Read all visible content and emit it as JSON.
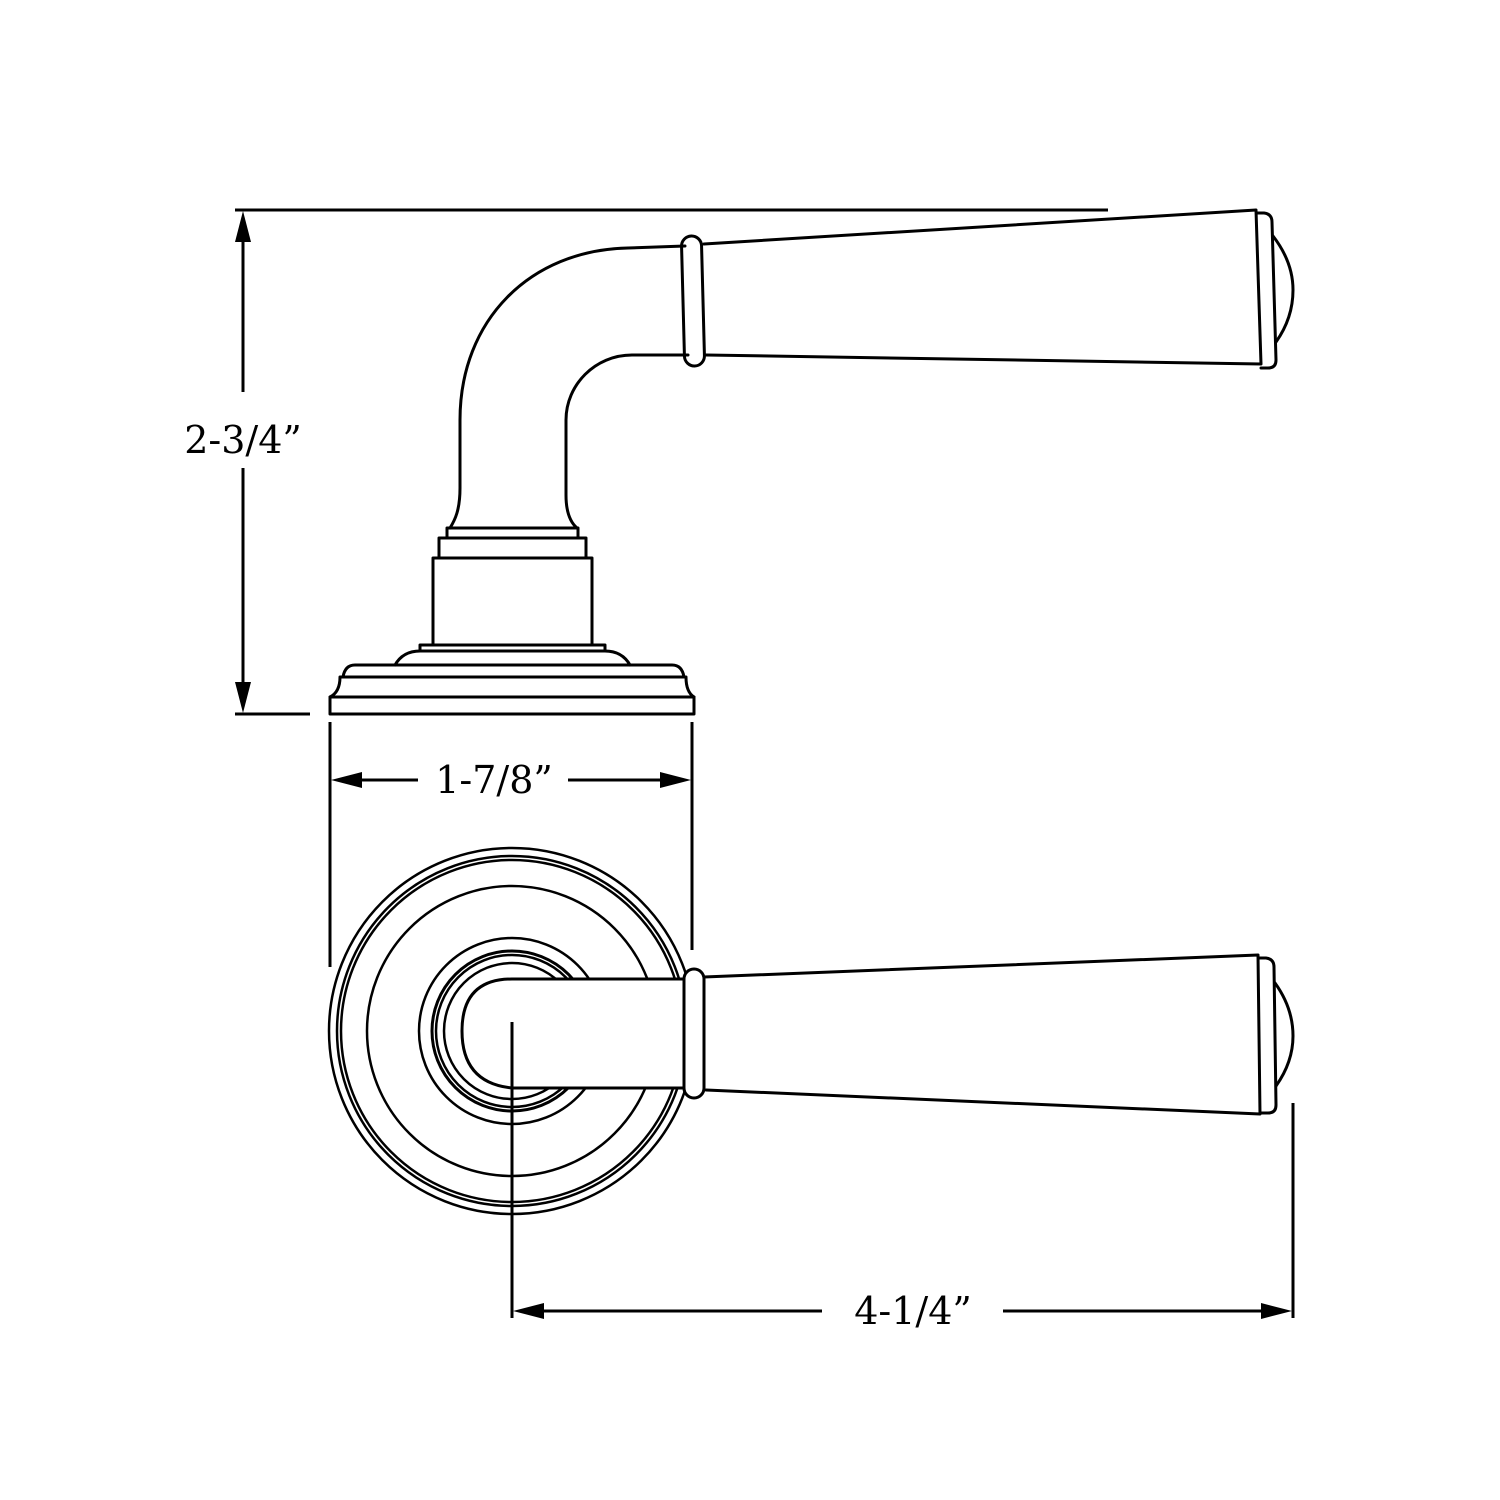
{
  "drawing": {
    "subject": "Door lever handle on round rose — side and front views",
    "line_color": "#000000",
    "background": "#ffffff"
  },
  "dimensions": {
    "height": {
      "label": "2-3/4”",
      "orientation": "vertical",
      "measures": "rose base to top of lever"
    },
    "rose_diameter": {
      "label": "1-7/8”",
      "orientation": "horizontal",
      "measures": "rose width"
    },
    "projection": {
      "label": "4-1/4”",
      "orientation": "horizontal",
      "measures": "rose center to lever tip"
    }
  },
  "views": [
    {
      "name": "side-view",
      "description": "Lever profile with neck and stepped rose base"
    },
    {
      "name": "front-view",
      "description": "Round concentric rose with lever extending right"
    }
  ]
}
